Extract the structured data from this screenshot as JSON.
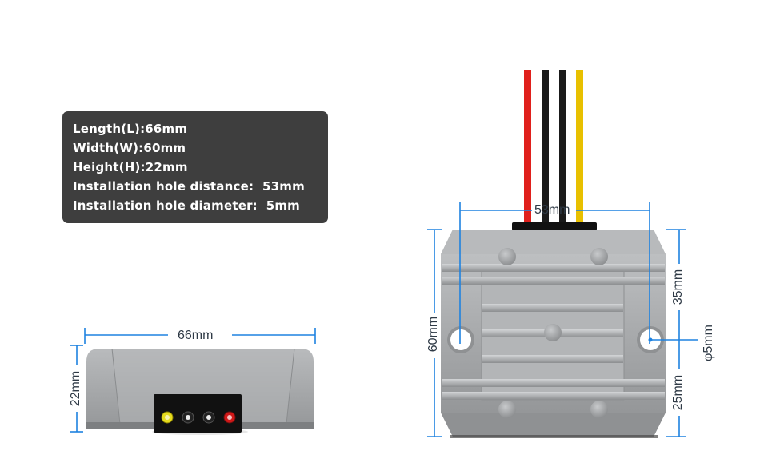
{
  "specs": {
    "lines": [
      "Length(L):66mm",
      "Width(W):60mm",
      "Height(H):22mm",
      "Installation hole distance:  53mm",
      "Installation hole diameter:  5mm"
    ]
  },
  "dimensions": {
    "side_length": "66mm",
    "side_height": "22mm",
    "hole_distance": "53mm",
    "front_width": "60mm",
    "upper_offset": "35mm",
    "lower_offset": "25mm",
    "hole_diameter": "φ5mm"
  },
  "colors": {
    "dimension_line": "#1e82e0",
    "wire_red": "#e0201c",
    "wire_black": "#1a1a1a",
    "wire_yellow": "#e8c000",
    "housing": "#a9abad",
    "spec_bg": "#3e3e3e"
  }
}
